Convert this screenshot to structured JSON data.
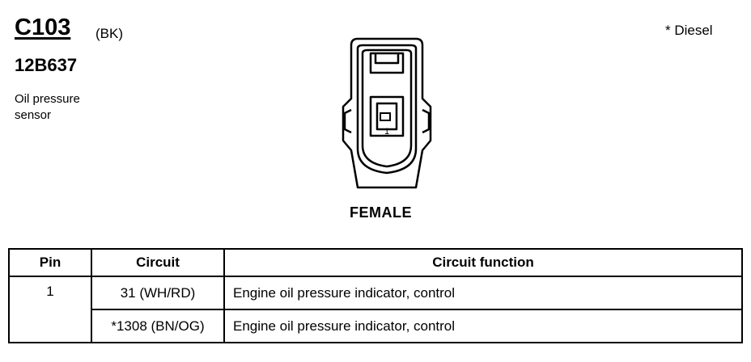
{
  "connector": {
    "id": "C103",
    "color": "(BK)",
    "part_number": "12B637",
    "description_line1": "Oil pressure",
    "description_line2": "sensor",
    "note": "* Diesel",
    "view": "FEMALE",
    "cavity_label": "1"
  },
  "table": {
    "headers": [
      "Pin",
      "Circuit",
      "Circuit function"
    ],
    "rows": [
      {
        "pin": "1",
        "circuit": "31 (WH/RD)",
        "function": "Engine oil pressure indicator, control"
      },
      {
        "pin": "",
        "circuit": "*1308 (BN/OG)",
        "function": "Engine oil pressure indicator, control"
      }
    ]
  }
}
